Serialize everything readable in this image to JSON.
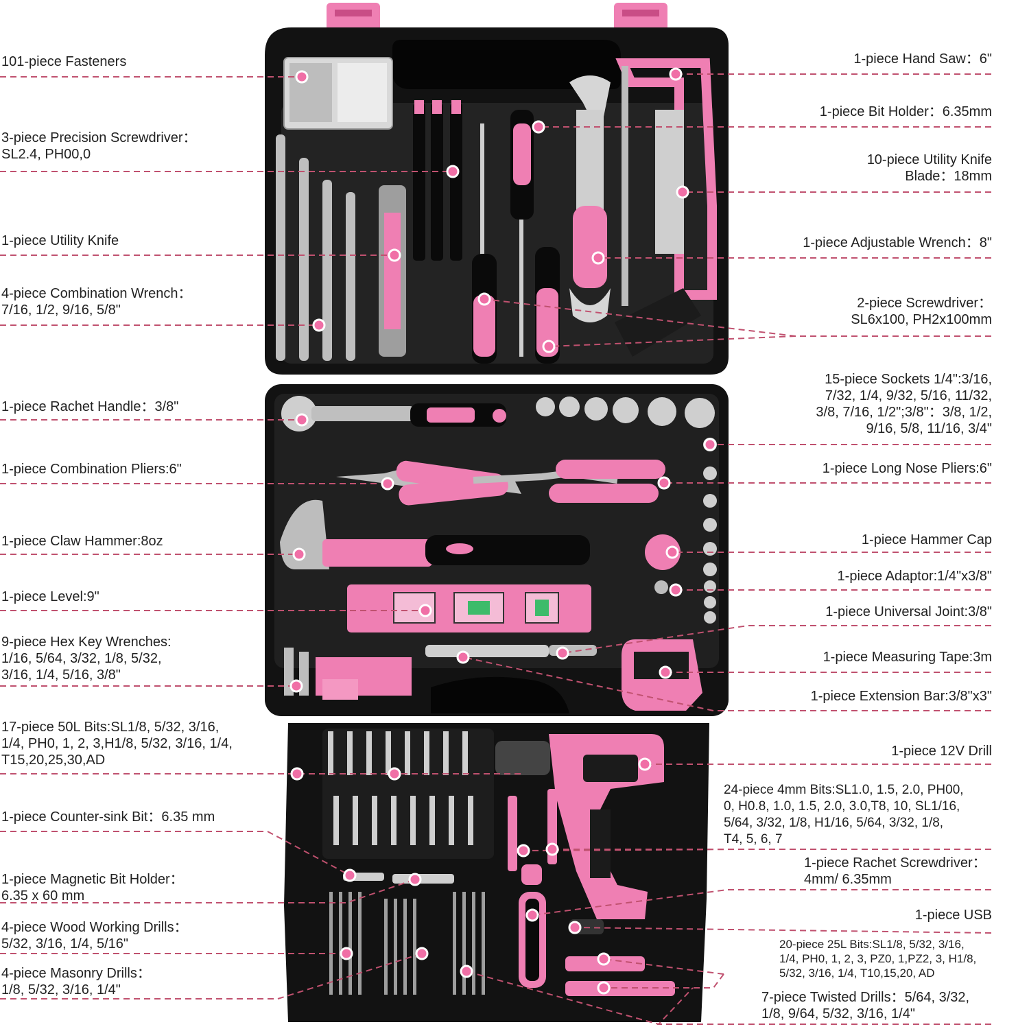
{
  "colors": {
    "accent": "#f06fa6",
    "leader": "#c0516f",
    "case": "#121212",
    "tray": "#262626",
    "pink": "#ef7fb3"
  },
  "labels_left": [
    "101-piece Fasteners",
    "3-piece Precision Screwdriver：\nSL2.4, PH00,0",
    "1-piece Utility Knife",
    "4-piece Combination Wrench：\n7/16, 1/2, 9/16, 5/8\"",
    "1-piece Rachet Handle：3/8\"",
    "1-piece Combination Pliers:6\"",
    "1-piece Claw Hammer:8oz",
    "1-piece Level:9\"",
    "9-piece Hex Key Wrenches:\n1/16, 5/64, 3/32, 1/8, 5/32,\n3/16, 1/4, 5/16, 3/8\"",
    "17-piece 50L Bits:SL1/8, 5/32, 3/16,\n1/4, PH0, 1, 2, 3,H1/8, 5/32, 3/16, 1/4,\nT15,20,25,30,AD",
    "1-piece Counter-sink Bit：6.35 mm",
    "1-piece Magnetic Bit Holder：\n6.35 x 60 mm",
    "4-piece Wood Working Drills：\n5/32, 3/16, 1/4, 5/16\"",
    "4-piece Masonry Drills：\n1/8, 5/32, 3/16, 1/4\""
  ],
  "labels_right": [
    "1-piece Hand Saw：6\"",
    "1-piece Bit Holder：6.35mm",
    "10-piece Utility Knife\nBlade：18mm",
    "1-piece Adjustable Wrench：8\"",
    "2-piece Screwdriver：\nSL6x100, PH2x100mm",
    "15-piece Sockets 1/4\":3/16,\n7/32, 1/4, 9/32, 5/16, 11/32,\n3/8, 7/16, 1/2\";3/8\"：3/8, 1/2,\n9/16, 5/8, 11/16, 3/4\"",
    "1-piece Long Nose Pliers:6\"",
    "1-piece Hammer Cap",
    "1-piece Adaptor:1/4\"x3/8\"",
    "1-piece Universal Joint:3/8\"",
    "1-piece Measuring Tape:3m",
    "1-piece Extension Bar:3/8\"x3\"",
    "1-piece 12V Drill",
    "24-piece 4mm Bits:SL1.0, 1.5, 2.0, PH00,\n0, H0.8, 1.0, 1.5, 2.0, 3.0,T8, 10,  SL1/16,\n5/64, 3/32, 1/8, H1/16, 5/64, 3/32, 1/8,\nT4, 5, 6, 7",
    "1-piece Rachet Screwdriver：\n4mm/ 6.35mm",
    "1-piece USB",
    "20-piece 25L Bits:SL1/8, 5/32, 3/16,\n1/4, PH0, 1, 2, 3, PZ0, 1,PZ2, 3, H1/8,\n5/32, 3/16, 1/4, T10,15,20, AD",
    "7-piece Twisted Drills：5/64, 3/32,\n1/8, 9/64, 5/32, 3/16, 1/4\""
  ],
  "icons": [
    "toolbox-icon",
    "hand-saw-icon",
    "adjustable-wrench-icon",
    "screwdriver-icon",
    "pliers-icon",
    "hammer-icon",
    "level-icon",
    "hex-key-icon",
    "socket-icon",
    "measuring-tape-icon",
    "drill-icon",
    "drill-bit-icon",
    "utility-knife-icon"
  ]
}
